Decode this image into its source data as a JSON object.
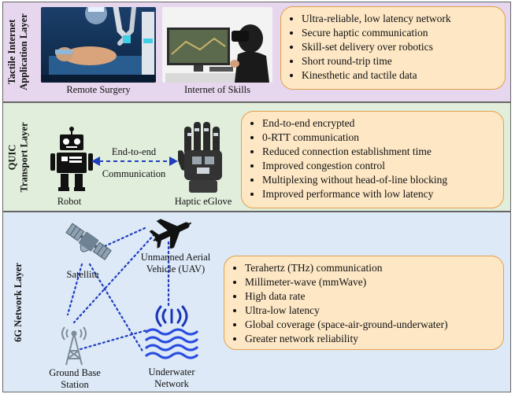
{
  "layers": {
    "application": {
      "label_line1": "Tactile Internet",
      "label_line2": "Application Layer",
      "caption_left": "Remote Surgery",
      "caption_right": "Internet of Skills",
      "features": [
        "Ultra-reliable, low latency network",
        "Secure haptic communication",
        "Skill-set delivery over robotics",
        "Short round-trip time",
        "Kinesthetic and tactile data"
      ]
    },
    "transport": {
      "label_line1": "QUIC",
      "label_line2": "Transport Layer",
      "robot_label": "Robot",
      "glove_label": "Haptic eGlove",
      "link_line1": "End-to-end",
      "link_line2": "Communication",
      "features": [
        "End-to-end encrypted",
        "0-RTT communication",
        "Reduced connection establishment time",
        "Improved congestion control",
        "Multiplexing without head-of-line blocking",
        "Improved performance with low latency"
      ]
    },
    "network": {
      "label": "6G Network Layer",
      "satellite_label": "Satellite",
      "uav_line1": "Unmanned Aerial",
      "uav_line2": "Vehicle (UAV)",
      "ground_line1": "Ground Base",
      "ground_line2": "Station",
      "underwater_line1": "Underwater",
      "underwater_line2": "Network",
      "features": [
        "Terahertz (THz) communication",
        "Millimeter-wave (mmWave)",
        "High data rate",
        "Ultra-low latency",
        "Global coverage (space-air-ground-underwater)",
        "Greater network reliability"
      ]
    }
  },
  "colors": {
    "application_bg": "#e7d7ee",
    "transport_bg": "#e1eedc",
    "network_bg": "#dde9f7",
    "feature_box": "#fde7c5",
    "link_blue": "#1f3fbf"
  },
  "icons": [
    "robot-icon",
    "haptic-glove-icon",
    "satellite-icon",
    "airplane-icon",
    "cell-tower-icon",
    "underwater-waves-icon"
  ]
}
